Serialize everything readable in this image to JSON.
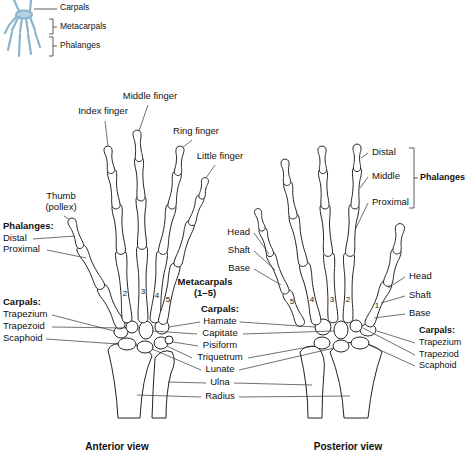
{
  "diagram": {
    "labels": [
      "Carpals",
      "Metacarpals",
      "Phalanges",
      "Index finger",
      "Middle finger",
      "Ring finger",
      "Little finger",
      "Thumb (pollex)",
      "Phalanges:",
      "Distal",
      "Proximal",
      "2",
      "3",
      "4",
      "5",
      "Metacarpals (1–5)",
      "Carpals:",
      "Trapezium",
      "Trapezoid",
      "Scaphoid",
      "Carpals:",
      "Hamate",
      "Capitate",
      "Pisiform",
      "Triquetrum",
      "Lunate",
      "Ulna",
      "Radius",
      "Distal",
      "Middle",
      "Proximal",
      "Phalanges",
      "Head",
      "Shaft",
      "Base",
      "5",
      "4",
      "3",
      "2",
      "1",
      "Head",
      "Shaft",
      "Base",
      "Carpals:",
      "Trapezium",
      "Trapeziod",
      "Scaphoid",
      "Anterior view",
      "Posterior view"
    ]
  }
}
